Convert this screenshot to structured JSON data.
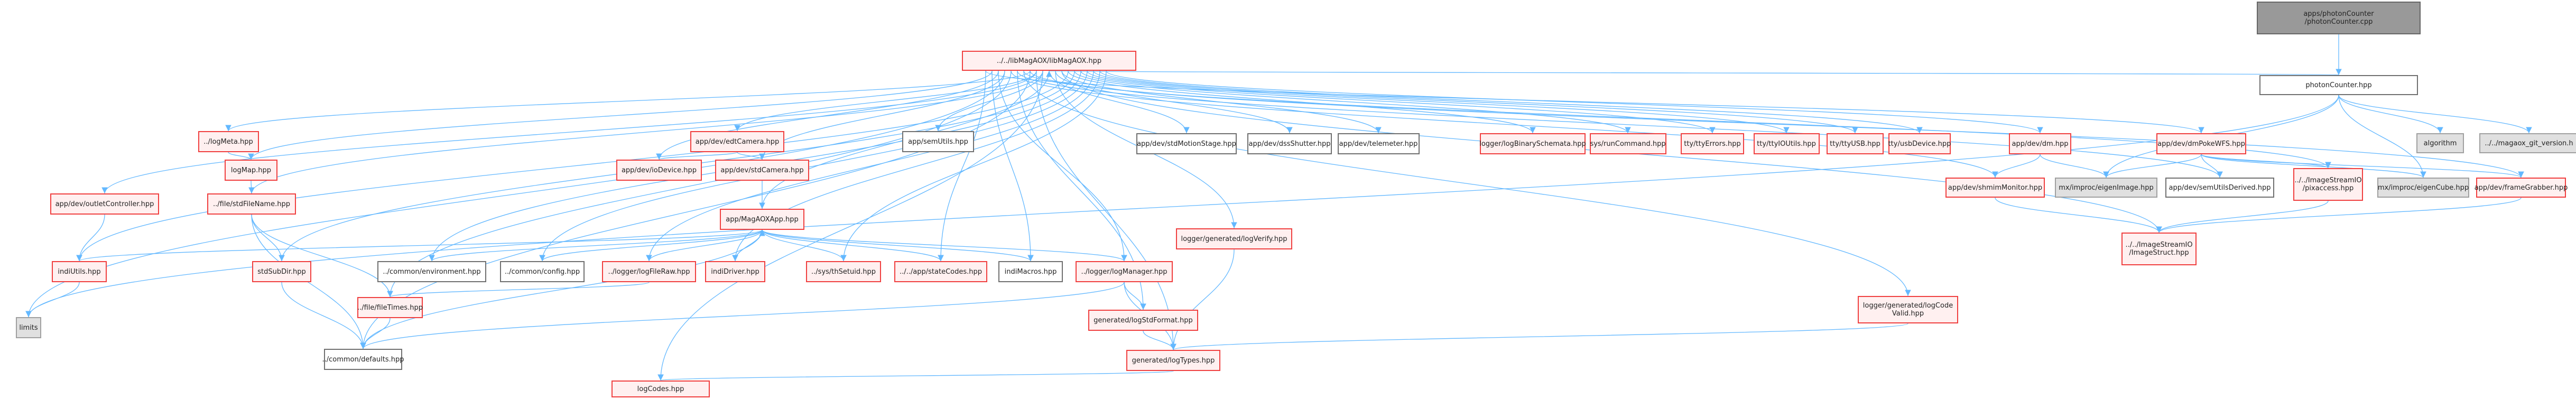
{
  "title": "Include dependency graph for apps/photonCounter/photonCounter.cpp",
  "colors": {
    "edge": "#63b8ff",
    "red_border": "#f04040",
    "red_fill": "#fff0f0",
    "grey_fill": "#e0e0e0",
    "root_fill": "#999999"
  },
  "nodes": [
    {
      "id": "root",
      "label": "apps/photonCounter\n/photonCounter.cpp",
      "kind": "root"
    },
    {
      "id": "pc",
      "label": "photonCounter.hpp",
      "kind": "white"
    },
    {
      "id": "algorithm",
      "label": "algorithm",
      "kind": "grey"
    },
    {
      "id": "gitver",
      "label": "../../magaox_git_version.h",
      "kind": "grey"
    },
    {
      "id": "hub",
      "label": "../../libMagAOX/libMagAOX.hpp",
      "kind": "red"
    },
    {
      "id": "logMeta",
      "label": "../logMeta.hpp",
      "kind": "red"
    },
    {
      "id": "edtCamera",
      "label": "app/dev/edtCamera.hpp",
      "kind": "red"
    },
    {
      "id": "semUtils",
      "label": "app/semUtils.hpp",
      "kind": "white"
    },
    {
      "id": "stdMotionStage",
      "label": "app/dev/stdMotionStage.hpp",
      "kind": "white"
    },
    {
      "id": "dssShutter",
      "label": "app/dev/dssShutter.hpp",
      "kind": "white"
    },
    {
      "id": "telemeter",
      "label": "app/dev/telemeter.hpp",
      "kind": "white"
    },
    {
      "id": "logBinarySchemata",
      "label": "logger/logBinarySchemata.hpp",
      "kind": "red"
    },
    {
      "id": "runCommand",
      "label": "sys/runCommand.hpp",
      "kind": "red"
    },
    {
      "id": "ttyErrors",
      "label": "tty/ttyErrors.hpp",
      "kind": "red"
    },
    {
      "id": "ttyIOUtils",
      "label": "tty/ttyIOUtils.hpp",
      "kind": "red"
    },
    {
      "id": "ttyUSB",
      "label": "tty/ttyUSB.hpp",
      "kind": "red"
    },
    {
      "id": "usbDevice",
      "label": "tty/usbDevice.hpp",
      "kind": "red"
    },
    {
      "id": "dm",
      "label": "app/dev/dm.hpp",
      "kind": "red"
    },
    {
      "id": "dmPokeWFS",
      "label": "app/dev/dmPokeWFS.hpp",
      "kind": "red"
    },
    {
      "id": "logMap",
      "label": "logMap.hpp",
      "kind": "red"
    },
    {
      "id": "ioDevice",
      "label": "app/dev/ioDevice.hpp",
      "kind": "red"
    },
    {
      "id": "stdCamera",
      "label": "app/dev/stdCamera.hpp",
      "kind": "red"
    },
    {
      "id": "shmimMonitor",
      "label": "app/dev/shmimMonitor.hpp",
      "kind": "red"
    },
    {
      "id": "eigenImage",
      "label": "mx/improc/eigenImage.hpp",
      "kind": "grey"
    },
    {
      "id": "semUtilsDerived",
      "label": "app/dev/semUtilsDerived.hpp",
      "kind": "white"
    },
    {
      "id": "pixaccess",
      "label": "../../ImageStreamIO\n/pixaccess.hpp",
      "kind": "red"
    },
    {
      "id": "eigenCube",
      "label": "mx/improc/eigenCube.hpp",
      "kind": "grey"
    },
    {
      "id": "frameGrabber",
      "label": "app/dev/frameGrabber.hpp",
      "kind": "red"
    },
    {
      "id": "outletController",
      "label": "app/dev/outletController.hpp",
      "kind": "red"
    },
    {
      "id": "stdFileName",
      "label": "../file/stdFileName.hpp",
      "kind": "red"
    },
    {
      "id": "MagAOXApp",
      "label": "app/MagAOXApp.hpp",
      "kind": "red"
    },
    {
      "id": "logVerify",
      "label": "logger/generated/logVerify.hpp",
      "kind": "red"
    },
    {
      "id": "ImageStruct",
      "label": "../../ImageStreamIO\n/ImageStruct.hpp",
      "kind": "red"
    },
    {
      "id": "indiUtils",
      "label": "indiUtils.hpp",
      "kind": "red"
    },
    {
      "id": "stdSubDir",
      "label": "stdSubDir.hpp",
      "kind": "red"
    },
    {
      "id": "environment",
      "label": "../common/environment.hpp",
      "kind": "white"
    },
    {
      "id": "config",
      "label": "../common/config.hpp",
      "kind": "white"
    },
    {
      "id": "logFileRaw",
      "label": "../logger/logFileRaw.hpp",
      "kind": "red"
    },
    {
      "id": "indiDriver",
      "label": "indiDriver.hpp",
      "kind": "red"
    },
    {
      "id": "thSetuid",
      "label": "../sys/thSetuid.hpp",
      "kind": "red"
    },
    {
      "id": "stateCodes",
      "label": "../../app/stateCodes.hpp",
      "kind": "red"
    },
    {
      "id": "indiMacros",
      "label": "indiMacros.hpp",
      "kind": "white"
    },
    {
      "id": "logManager",
      "label": "../logger/logManager.hpp",
      "kind": "red"
    },
    {
      "id": "limits",
      "label": "limits",
      "kind": "grey"
    },
    {
      "id": "fileTimes",
      "label": "../file/fileTimes.hpp",
      "kind": "red"
    },
    {
      "id": "logStdFormat",
      "label": "generated/logStdFormat.hpp",
      "kind": "red"
    },
    {
      "id": "logCodeValid",
      "label": "logger/generated/logCode\nValid.hpp",
      "kind": "red"
    },
    {
      "id": "defaults",
      "label": "../common/defaults.hpp",
      "kind": "white"
    },
    {
      "id": "logTypes",
      "label": "generated/logTypes.hpp",
      "kind": "red"
    },
    {
      "id": "logCodes",
      "label": "logCodes.hpp",
      "kind": "red"
    }
  ],
  "edges": [
    [
      "root",
      "pc"
    ],
    [
      "pc",
      "hub"
    ],
    [
      "pc",
      "algorithm"
    ],
    [
      "pc",
      "gitver"
    ],
    [
      "pc",
      "limits"
    ],
    [
      "pc",
      "eigenImage"
    ],
    [
      "pc",
      "eigenCube"
    ],
    [
      "hub",
      "logMeta"
    ],
    [
      "hub",
      "edtCamera"
    ],
    [
      "hub",
      "semUtils"
    ],
    [
      "hub",
      "stdMotionStage"
    ],
    [
      "hub",
      "dssShutter"
    ],
    [
      "hub",
      "telemeter"
    ],
    [
      "hub",
      "logBinarySchemata"
    ],
    [
      "hub",
      "runCommand"
    ],
    [
      "hub",
      "ttyErrors"
    ],
    [
      "hub",
      "ttyIOUtils"
    ],
    [
      "hub",
      "ttyUSB"
    ],
    [
      "hub",
      "usbDevice"
    ],
    [
      "hub",
      "dm"
    ],
    [
      "hub",
      "dmPokeWFS"
    ],
    [
      "hub",
      "logMap"
    ],
    [
      "hub",
      "ioDevice"
    ],
    [
      "hub",
      "stdCamera"
    ],
    [
      "hub",
      "shmimMonitor"
    ],
    [
      "hub",
      "semUtilsDerived"
    ],
    [
      "hub",
      "pixaccess"
    ],
    [
      "hub",
      "frameGrabber"
    ],
    [
      "hub",
      "outletController"
    ],
    [
      "hub",
      "stdFileName"
    ],
    [
      "hub",
      "MagAOXApp"
    ],
    [
      "hub",
      "logVerify"
    ],
    [
      "hub",
      "ImageStruct"
    ],
    [
      "hub",
      "indiUtils"
    ],
    [
      "hub",
      "stdSubDir"
    ],
    [
      "hub",
      "environment"
    ],
    [
      "hub",
      "config"
    ],
    [
      "hub",
      "logFileRaw"
    ],
    [
      "hub",
      "indiDriver"
    ],
    [
      "hub",
      "thSetuid"
    ],
    [
      "hub",
      "stateCodes"
    ],
    [
      "hub",
      "indiMacros"
    ],
    [
      "hub",
      "logManager"
    ],
    [
      "hub",
      "limits"
    ],
    [
      "hub",
      "fileTimes"
    ],
    [
      "hub",
      "logStdFormat"
    ],
    [
      "hub",
      "logCodeValid"
    ],
    [
      "hub",
      "defaults"
    ],
    [
      "hub",
      "logTypes"
    ],
    [
      "hub",
      "logCodes"
    ],
    [
      "logMeta",
      "logMap"
    ],
    [
      "logMap",
      "stdFileName"
    ],
    [
      "edtCamera",
      "ioDevice"
    ],
    [
      "edtCamera",
      "stdCamera"
    ],
    [
      "stdCamera",
      "MagAOXApp"
    ],
    [
      "dm",
      "shmimMonitor"
    ],
    [
      "dm",
      "eigenImage"
    ],
    [
      "dmPokeWFS",
      "eigenImage"
    ],
    [
      "dmPokeWFS",
      "semUtilsDerived"
    ],
    [
      "dmPokeWFS",
      "pixaccess"
    ],
    [
      "dmPokeWFS",
      "eigenCube"
    ],
    [
      "dmPokeWFS",
      "frameGrabber"
    ],
    [
      "shmimMonitor",
      "ImageStruct"
    ],
    [
      "pixaccess",
      "ImageStruct"
    ],
    [
      "frameGrabber",
      "ImageStruct"
    ],
    [
      "outletController",
      "indiUtils"
    ],
    [
      "stdFileName",
      "stdSubDir"
    ],
    [
      "stdFileName",
      "fileTimes"
    ],
    [
      "stdFileName",
      "defaults"
    ],
    [
      "MagAOXApp",
      "indiUtils"
    ],
    [
      "MagAOXApp",
      "environment"
    ],
    [
      "MagAOXApp",
      "config"
    ],
    [
      "MagAOXApp",
      "logFileRaw"
    ],
    [
      "MagAOXApp",
      "indiDriver"
    ],
    [
      "MagAOXApp",
      "thSetuid"
    ],
    [
      "MagAOXApp",
      "stateCodes"
    ],
    [
      "MagAOXApp",
      "indiMacros"
    ],
    [
      "MagAOXApp",
      "logManager"
    ],
    [
      "MagAOXApp",
      "defaults"
    ],
    [
      "indiDriver",
      "MagAOXApp"
    ],
    [
      "indiUtils",
      "limits"
    ],
    [
      "stdSubDir",
      "defaults"
    ],
    [
      "logFileRaw",
      "fileTimes"
    ],
    [
      "fileTimes",
      "defaults"
    ],
    [
      "logManager",
      "defaults"
    ],
    [
      "logManager",
      "logStdFormat"
    ],
    [
      "logManager",
      "logTypes"
    ],
    [
      "logStdFormat",
      "logTypes"
    ],
    [
      "logVerify",
      "logTypes"
    ],
    [
      "logCodeValid",
      "logTypes"
    ],
    [
      "logTypes",
      "logCodes"
    ]
  ]
}
